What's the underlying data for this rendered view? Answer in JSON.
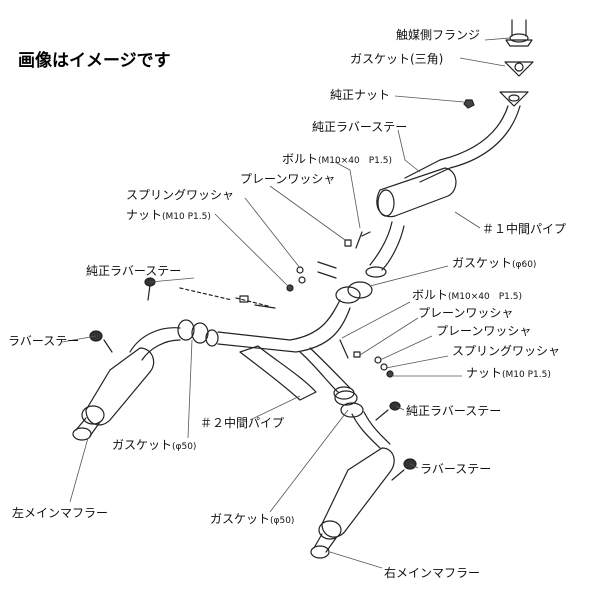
{
  "title": "画像はイメージです",
  "labels": {
    "catalyst_flange": "触媒側フランジ",
    "gasket_triangle": "ガスケット(三角)",
    "stock_nut_top": "純正ナット",
    "stock_rubber_stay_top": "純正ラバーステー",
    "bolt_top": "ボルト",
    "bolt_top_spec": "(M10×40　P1.5)",
    "plain_washer_top": "プレーンワッシャ",
    "spring_washer_top": "スプリングワッシャ",
    "nut_top": "ナット",
    "nut_top_spec": "(M10 P1.5)",
    "mid_pipe_1": "＃１中間パイプ",
    "gasket_phi60": "ガスケット",
    "gasket_phi60_spec": "(φ60)",
    "stock_rubber_stay_left": "純正ラバーステー",
    "bolt_right": "ボルト",
    "bolt_right_spec": "(M10×40　P1.5)",
    "plain_washer_right_1": "プレーンワッシャ",
    "plain_washer_right_2": "プレーンワッシャ",
    "spring_washer_right": "スプリングワッシャ",
    "nut_right": "ナット",
    "nut_right_spec": "(M10 P1.5)",
    "rubber_stay_left": "ラバーステー",
    "stock_rubber_stay_right": "純正ラバーステー",
    "mid_pipe_2": "＃２中間パイプ",
    "gasket_phi50_left": "ガスケット",
    "gasket_phi50_left_spec": "(φ50)",
    "rubber_stay_right": "ラバーステー",
    "left_main_muffler": "左メインマフラー",
    "gasket_phi50_right": "ガスケット",
    "gasket_phi50_right_spec": "(φ50)",
    "right_main_muffler": "右メインマフラー"
  }
}
